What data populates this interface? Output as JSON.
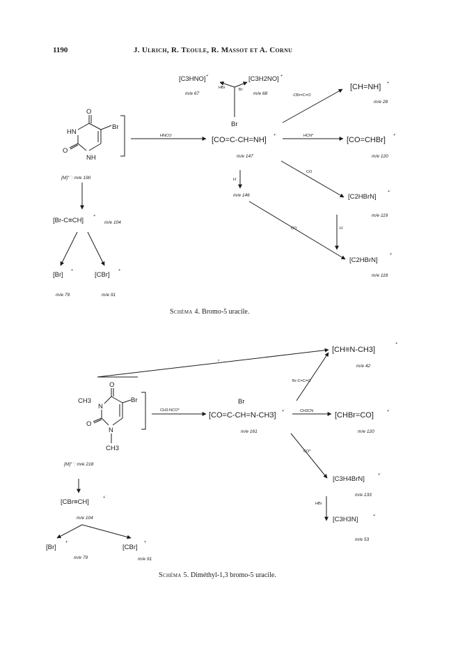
{
  "header": {
    "page_number": "1190",
    "authors": "J. Ulrich, R. Teoule, R. Massot et A. Cornu"
  },
  "scheme4": {
    "caption_label": "Schéma 4.",
    "caption_text": "Bromo-5 uracile.",
    "molecule": {
      "atom_o_top": "O",
      "atom_hn": "HN",
      "atom_br": "Br",
      "atom_o_bottom": "O",
      "atom_nh": "NH"
    },
    "mol_ion": {
      "formula": "[M]⁺˙: m/e 190"
    },
    "loss_hnco": "HNCO˙",
    "main_ion": {
      "formula": "[CO=C-CH=NH]",
      "charge": "+˙",
      "br": "Br",
      "mass": "m/e 147"
    },
    "ion_67": {
      "formula": "[C3HNO]",
      "charge": "+˙",
      "mass": "m/e 67"
    },
    "ion_68": {
      "formula": "[C3H2NO]",
      "charge": "+",
      "mass": "m/e 68"
    },
    "loss_hbr": "HBr",
    "loss_br": "Br˙",
    "ion_28": {
      "formula": "[CH=NH]",
      "charge": "+",
      "mass": "m/e 28",
      "loss": "-CBr=C=O"
    },
    "ion_120": {
      "formula": "[CO=CHBr]",
      "charge": "+˙",
      "mass": "m/e 120",
      "loss": "HCN*"
    },
    "ion_146": {
      "loss": "H˙",
      "mass": "m/e 146"
    },
    "ion_119": {
      "formula": "[C2HBrN]",
      "charge": "+˙",
      "mass": "m/e 119",
      "loss": "CO"
    },
    "ion_118": {
      "formula": "[C2HBrN]",
      "charge": "+",
      "mass": "m/e 118",
      "loss_co": "CO",
      "loss_h": "H˙"
    },
    "ion_104": {
      "formula": "[Br-C≡CH]",
      "charge": "+˙",
      "mass": "m/e 104"
    },
    "ion_79": {
      "formula": "[Br]",
      "charge": "+",
      "mass": "m/e 79"
    },
    "ion_91": {
      "formula": "[CBr]",
      "charge": "+",
      "mass": "m/e 91"
    }
  },
  "scheme5": {
    "caption_label": "Schéma 5.",
    "caption_text": "Diméthyl-1,3 bromo-5 uracile.",
    "arrow_star": "*",
    "molecule": {
      "atom_o_top": "O",
      "atom_ch3_top": "CH3",
      "atom_n": "N",
      "atom_br": "Br",
      "atom_o_bottom": "O",
      "atom_n_bottom": "N",
      "atom_ch3_bottom": "CH3"
    },
    "mol_ion": {
      "formula": "[M]⁺˙: m/e 218"
    },
    "loss_ch3nco": "CH3-NCO*",
    "main_ion": {
      "formula": "[CO=C-CH=N-CH3]",
      "charge": "+˙",
      "br": "Br",
      "mass": "m/e 161"
    },
    "ion_42": {
      "formula": "[CH≡N-CH3]",
      "charge": "+",
      "mass": "m/e 42",
      "loss": "Br-C=C=O"
    },
    "ion_120": {
      "formula": "[CHBr=CO]",
      "charge": "+˙",
      "mass": "m/e 120",
      "loss": "CH3CN"
    },
    "ion_133": {
      "formula": "[C3H4BrN]",
      "charge": "+˙",
      "mass": "m/e 133",
      "loss": "CO*"
    },
    "ion_53": {
      "formula": "[C3H3N]",
      "charge": "+˙",
      "mass": "m/e 53",
      "loss": "HBr"
    },
    "ion_104": {
      "formula": "[CBr≡CH]",
      "charge": "+˙",
      "mass": "m/e 104"
    },
    "ion_79": {
      "formula": "[Br]",
      "charge": "+",
      "mass": "m/e 79"
    },
    "ion_91": {
      "formula": "[CBr]",
      "charge": "+",
      "mass": "m/e 91"
    }
  }
}
